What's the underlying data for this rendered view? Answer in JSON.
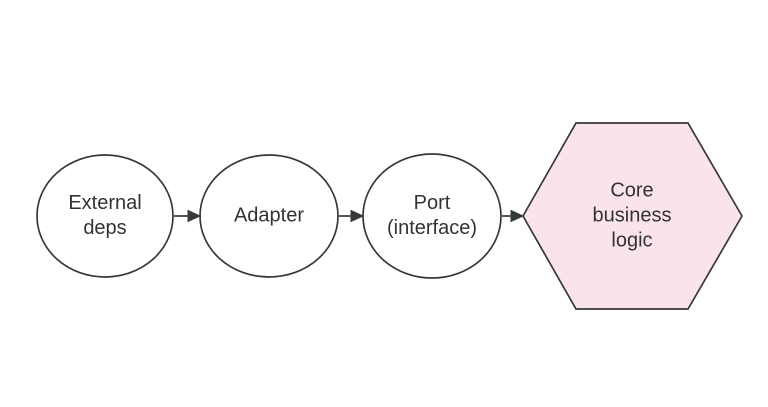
{
  "diagram": {
    "type": "flowchart-left-to-right",
    "background_color": "#ffffff",
    "stroke_color": "#383838",
    "text_color": "#333333",
    "nodes": [
      {
        "id": "external-deps",
        "shape": "ellipse",
        "label": "External\ndeps",
        "fill": "#ffffff"
      },
      {
        "id": "adapter",
        "shape": "ellipse",
        "label": "Adapter",
        "fill": "#ffffff"
      },
      {
        "id": "port-interface",
        "shape": "ellipse",
        "label": "Port\n(interface)",
        "fill": "#ffffff"
      },
      {
        "id": "core-business-logic",
        "shape": "hexagon",
        "label": "Core\nbusiness\nlogic",
        "fill": "#fbe3ee"
      }
    ],
    "edges": [
      {
        "from": "external-deps",
        "to": "adapter",
        "style": "arrow"
      },
      {
        "from": "adapter",
        "to": "port-interface",
        "style": "arrow"
      },
      {
        "from": "port-interface",
        "to": "core-business-logic",
        "style": "arrow"
      }
    ]
  }
}
